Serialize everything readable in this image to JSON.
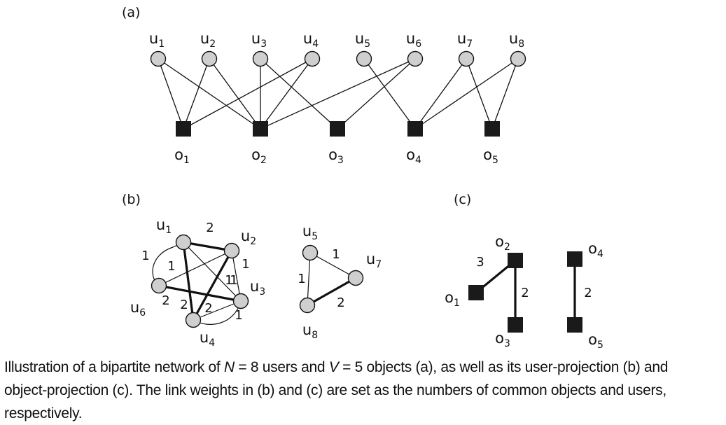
{
  "panels": {
    "a": "(a)",
    "b": "(b)",
    "c": "(c)"
  },
  "users": [
    {
      "id": "u1",
      "base": "u",
      "sub": "1"
    },
    {
      "id": "u2",
      "base": "u",
      "sub": "2"
    },
    {
      "id": "u3",
      "base": "u",
      "sub": "3"
    },
    {
      "id": "u4",
      "base": "u",
      "sub": "4"
    },
    {
      "id": "u5",
      "base": "u",
      "sub": "5"
    },
    {
      "id": "u6",
      "base": "u",
      "sub": "6"
    },
    {
      "id": "u7",
      "base": "u",
      "sub": "7"
    },
    {
      "id": "u8",
      "base": "u",
      "sub": "8"
    }
  ],
  "objects": [
    {
      "id": "o1",
      "base": "o",
      "sub": "1"
    },
    {
      "id": "o2",
      "base": "o",
      "sub": "2"
    },
    {
      "id": "o3",
      "base": "o",
      "sub": "3"
    },
    {
      "id": "o4",
      "base": "o",
      "sub": "4"
    },
    {
      "id": "o5",
      "base": "o",
      "sub": "5"
    }
  ],
  "bipartite_links": [
    [
      "u1",
      "o1"
    ],
    [
      "u1",
      "o2"
    ],
    [
      "u2",
      "o1"
    ],
    [
      "u2",
      "o2"
    ],
    [
      "u3",
      "o2"
    ],
    [
      "u3",
      "o3"
    ],
    [
      "u4",
      "o1"
    ],
    [
      "u4",
      "o2"
    ],
    [
      "u5",
      "o4"
    ],
    [
      "u6",
      "o2"
    ],
    [
      "u6",
      "o3"
    ],
    [
      "u7",
      "o4"
    ],
    [
      "u7",
      "o5"
    ],
    [
      "u8",
      "o4"
    ],
    [
      "u8",
      "o5"
    ]
  ],
  "user_projection_links": [
    {
      "a": "u1",
      "b": "u2",
      "w": "2"
    },
    {
      "a": "u1",
      "b": "u6",
      "w": "1"
    },
    {
      "a": "u1",
      "b": "u3",
      "w": "1"
    },
    {
      "a": "u1",
      "b": "u4",
      "w": "2"
    },
    {
      "a": "u2",
      "b": "u6",
      "w": "1"
    },
    {
      "a": "u2",
      "b": "u3",
      "w": "1"
    },
    {
      "a": "u2",
      "b": "u4",
      "w": "2"
    },
    {
      "a": "u6",
      "b": "u3",
      "w": "2"
    },
    {
      "a": "u6",
      "b": "u4",
      "w": "1"
    },
    {
      "a": "u3",
      "b": "u4",
      "w": "1"
    },
    {
      "a": "u5",
      "b": "u7",
      "w": "1"
    },
    {
      "a": "u5",
      "b": "u8",
      "w": "1"
    },
    {
      "a": "u7",
      "b": "u8",
      "w": "2"
    }
  ],
  "object_projection_links": [
    {
      "a": "o1",
      "b": "o2",
      "w": "3"
    },
    {
      "a": "o2",
      "b": "o3",
      "w": "2"
    },
    {
      "a": "o4",
      "b": "o5",
      "w": "2"
    }
  ],
  "colors": {
    "user_fill": "#cfcfcf",
    "object_fill": "#1a1a1a",
    "line": "#111111"
  },
  "caption": {
    "part1": "Illustration of a bipartite network of ",
    "n_sym": "N",
    "n_eq": " = 8 users and ",
    "v_sym": "V",
    "v_eq": " = 5 objects (a), as well as its user-projection (b) and",
    "line2": "object-projection (c). The link weights in (b) and (c) are set as the numbers of common objects and users, respectively."
  }
}
